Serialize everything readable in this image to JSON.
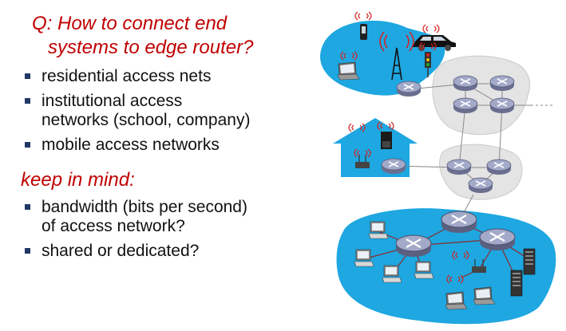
{
  "question": {
    "line1": "Q: How to connect end",
    "line2": "systems to edge router?"
  },
  "access_types": [
    "residential access nets",
    "institutional access",
    "networks (school, company)",
    "mobile access networks"
  ],
  "keep_in_mind": {
    "heading": "keep in mind:",
    "items": [
      "bandwidth (bits per second)",
      "of access network?",
      "shared or dedicated?"
    ]
  },
  "colors": {
    "heading": "#c00000",
    "bullet": "#1f3864",
    "access_net": "#1ea7e1",
    "core_net": "#e4e4e4",
    "router": "#8e94b4",
    "link": "#8a2b2b"
  },
  "icons": [
    "router-icon",
    "laptop-icon",
    "desktop-icon",
    "server-icon",
    "cell-tower-icon",
    "phone-icon",
    "car-icon",
    "traffic-light-icon",
    "house-icon",
    "wifi-ap-icon"
  ]
}
